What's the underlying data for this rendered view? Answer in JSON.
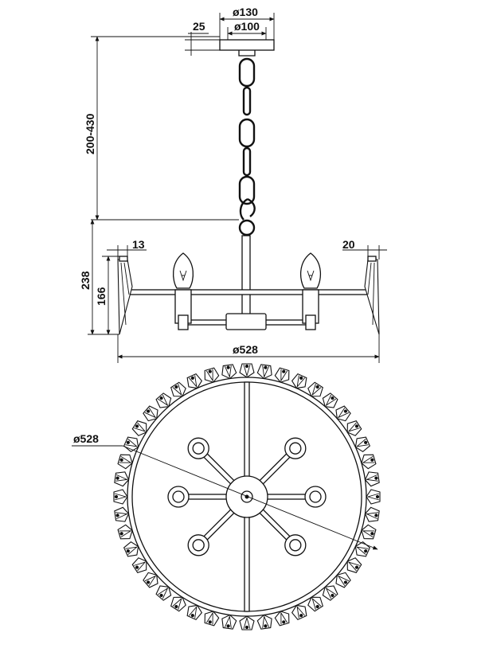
{
  "dimensions": {
    "canopy_outer": "ø130",
    "canopy_inner": "ø100",
    "canopy_height": "25",
    "suspension_length": "200-430",
    "total_height": "238",
    "body_height": "166",
    "ring_left_offset": "13",
    "ring_right_offset": "20",
    "width_side": "ø528",
    "width_top": "ø528"
  },
  "colors": {
    "line": "#111111",
    "background": "#ffffff"
  },
  "icons": [
    "candle-bulb-icon",
    "chain-link-icon",
    "crystal-drop-icon"
  ]
}
